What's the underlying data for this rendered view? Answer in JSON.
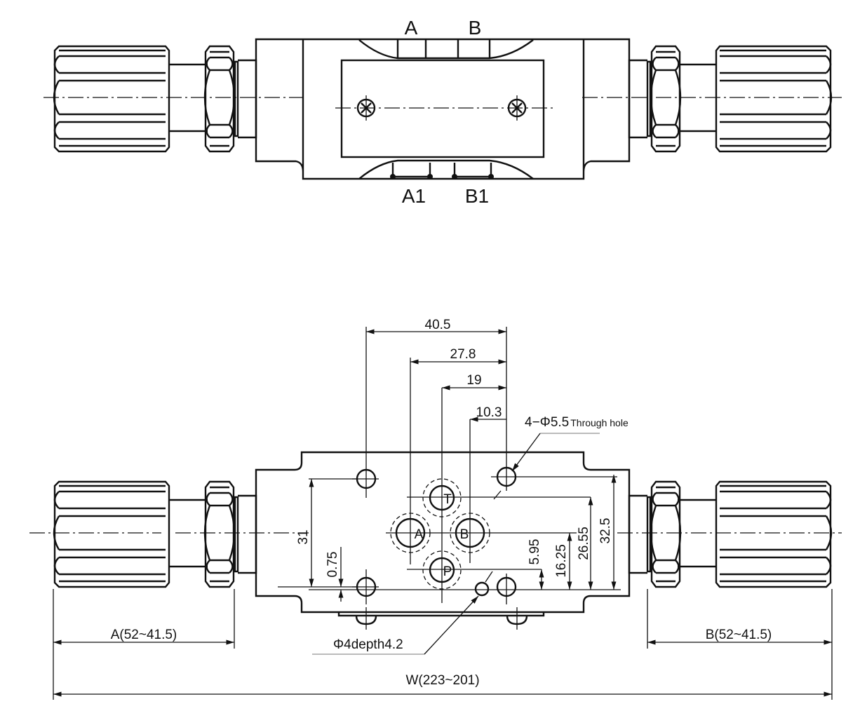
{
  "top_view": {
    "port_labels": {
      "a": "A",
      "b": "B",
      "a1": "A1",
      "b1": "B1"
    }
  },
  "bottom_view": {
    "port_labels": {
      "t": "T",
      "a": "A",
      "b": "B",
      "p": "P"
    },
    "dimensions": {
      "d40_5": "40.5",
      "d27_8": "27.8",
      "d19": "19",
      "d10_3": "10.3",
      "d31": "31",
      "d0_75": "0.75",
      "d5_95": "5.95",
      "d16_25": "16.25",
      "d26_55": "26.55",
      "d32_5": "32.5",
      "len_a": "A(52~41.5)",
      "len_b": "B(52~41.5)",
      "len_w": "W(223~201)"
    },
    "notes": {
      "through_hole_prefix": "4−Φ5.5",
      "through_hole_suffix": "Through hole",
      "pin_hole": "Φ4depth4.2"
    }
  }
}
